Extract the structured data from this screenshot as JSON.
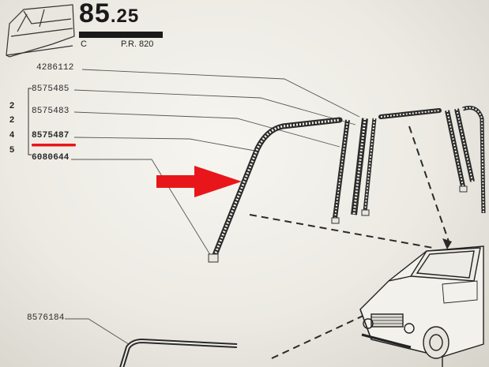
{
  "header": {
    "page_number": "85",
    "page_decimal": ".25",
    "code": "C",
    "reference": "P.R. 820"
  },
  "parts": [
    {
      "number": "4286112"
    },
    {
      "number": "8575485"
    },
    {
      "number": "8575483"
    },
    {
      "number": "8575487"
    },
    {
      "number": "6080644"
    },
    {
      "number": "8576184"
    }
  ],
  "quantities": [
    "2",
    "2",
    "4",
    "5"
  ],
  "colors": {
    "highlight_arrow": "#e8161b",
    "ink": "#2a2a2a",
    "paper": "#f3f2ec"
  }
}
